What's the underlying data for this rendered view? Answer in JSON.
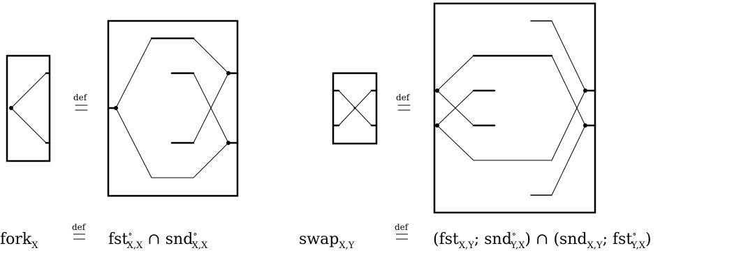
{
  "definitions": [
    {
      "id": "fork",
      "lhs": "fork",
      "lhs_sub": "X",
      "def_symbol": "def",
      "eq_symbol": "=",
      "rhs_parts": [
        {
          "t": "fst",
          "sup": "∘",
          "sub": "X,X"
        },
        {
          "t": " ∩ "
        },
        {
          "t": "snd",
          "sup": "∘",
          "sub": "X,X"
        }
      ]
    },
    {
      "id": "swap",
      "lhs": "swap",
      "lhs_sub": "X,Y",
      "def_symbol": "def",
      "eq_symbol": "=",
      "rhs_parts": [
        {
          "t": "(fst",
          "sub": "X,Y"
        },
        {
          "t": "; snd",
          "sup": "∘",
          "sub": "Y,X"
        },
        {
          "t": ") ∩ (snd",
          "sub": "X,Y"
        },
        {
          "t": "; fst",
          "sup": "∘",
          "sub": "Y,X"
        },
        {
          "t": ")"
        }
      ]
    }
  ],
  "colors": {
    "ink": "#000000",
    "background": "#ffffff"
  }
}
